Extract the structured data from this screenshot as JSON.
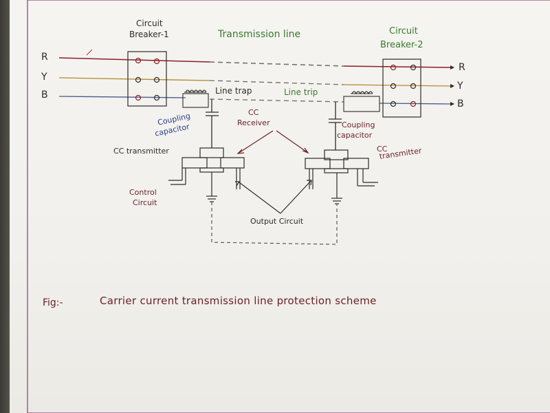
{
  "colors": {
    "phase_r": "#8b1e24",
    "phase_y": "#b08a2e",
    "phase_b": "#4a5a8a",
    "ink_black": "#2e2a2a",
    "ink_green": "#3a7a2e",
    "ink_blue": "#2a3d8f",
    "ink_maroon": "#6b1f26",
    "border": "#7a2a6a"
  },
  "labels": {
    "cb1_line1": "Circuit",
    "cb1_line2": "Breaker-1",
    "cb2_line1": "Circuit",
    "cb2_line2": "Breaker-2",
    "transmission_line": "Transmission line",
    "phase_r_left": "R",
    "phase_y_left": "Y",
    "phase_b_left": "B",
    "phase_r_right": "R",
    "phase_y_right": "Y",
    "phase_b_right": "B",
    "line_trap": "Line trap",
    "line_trip": "Line trip",
    "coupling_cap_left_1": "Coupling",
    "coupling_cap_left_2": "capacitor",
    "coupling_cap_right_1": "Coupling",
    "coupling_cap_right_2": "capacitor",
    "cc_receiver_1": "CC",
    "cc_receiver_2": "Receiver",
    "cc_transmitter_left": "CC transmitter",
    "cc_transmitter_right_1": "CC",
    "cc_transmitter_right_2": "transmitter",
    "control_circuit_1": "Control",
    "control_circuit_2": "Circuit",
    "output_circuit": "Output Circuit",
    "fig_prefix": "Fig:-",
    "caption": "Carrier current transmission line protection scheme"
  }
}
